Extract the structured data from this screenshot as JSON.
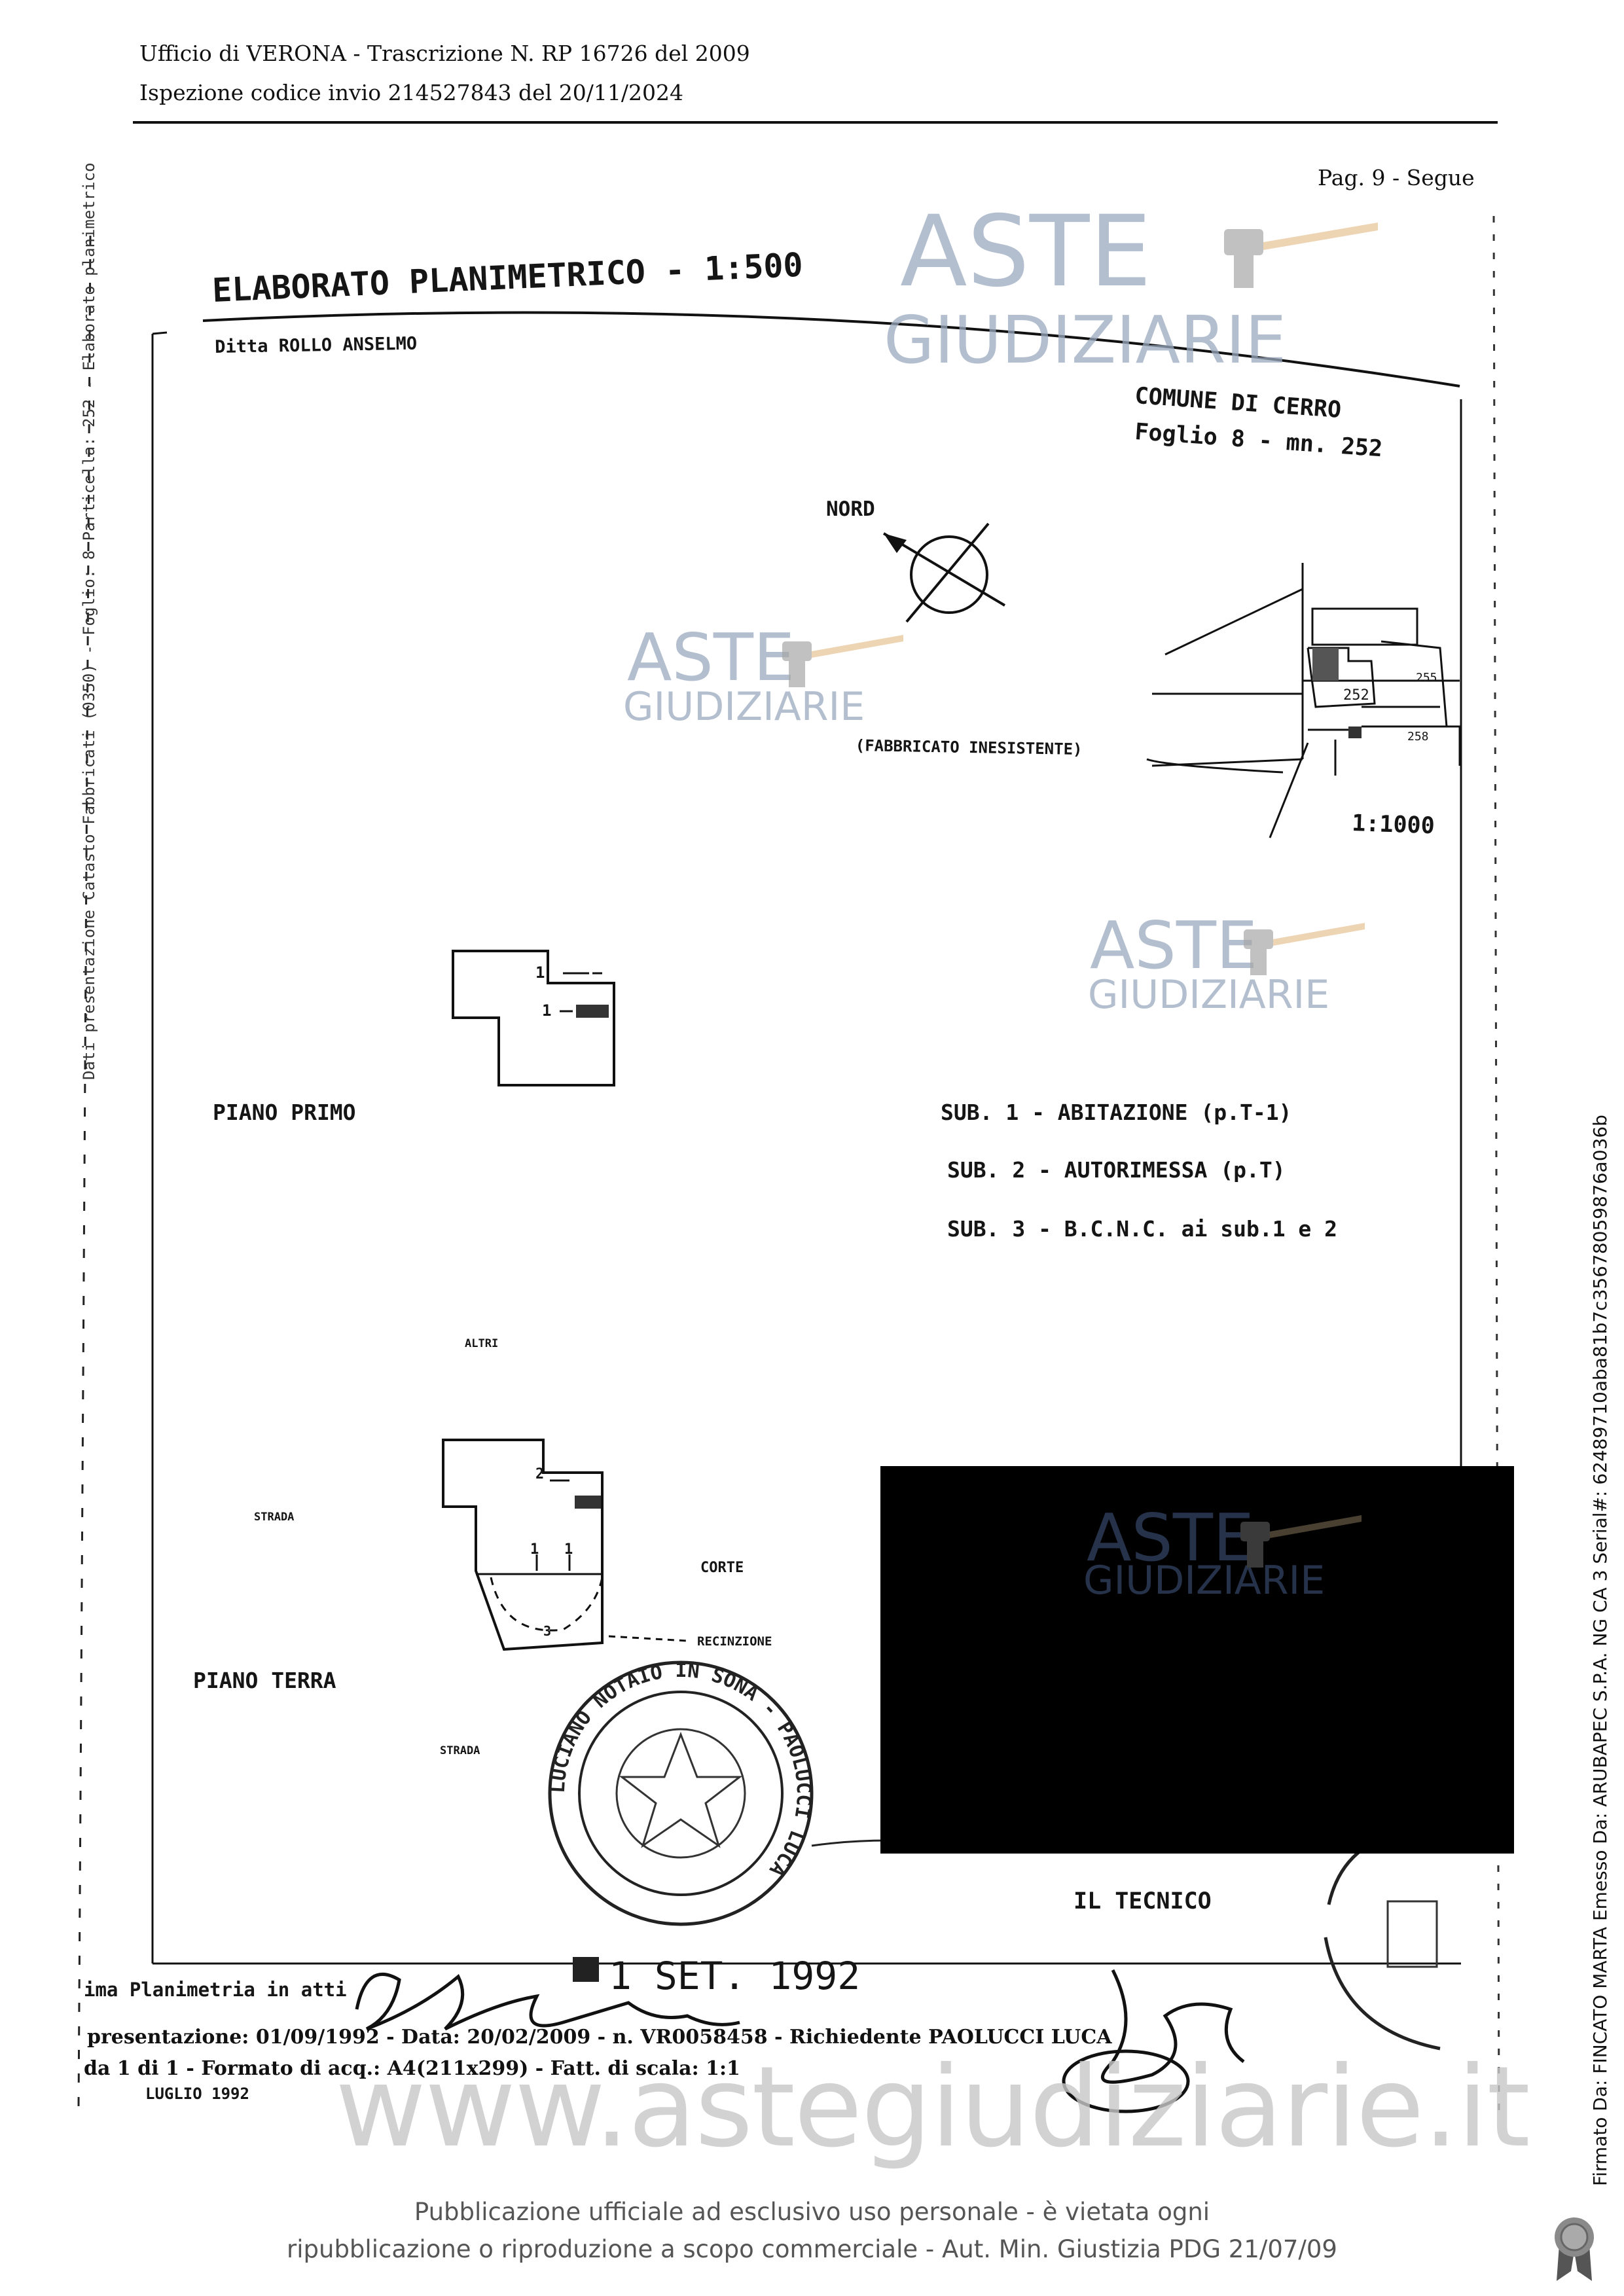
{
  "header": {
    "line1": "Ufficio di VERONA - Trascrizione N. RP 16726 del 2009",
    "line2": "Ispezione codice invio 214527843 del 20/11/2024",
    "page": "Pag. 9 - Segue"
  },
  "drawing": {
    "title": "ELABORATO PLANIMETRICO - 1:500",
    "owner": "Ditta ROLLO ANSELMO",
    "comune": "COMUNE DI CERRO",
    "foglio": "Foglio 8 - mn. 252",
    "nord": "NORD",
    "fabbricato": "(FABBRICATO INESISTENTE)",
    "scale_small": "1:1000",
    "map_labels": [
      "252",
      "255",
      "258"
    ],
    "piano_primo": "PIANO PRIMO",
    "piano_terra": "PIANO TERRA",
    "sub_list": [
      "SUB. 1 - ABITAZIONE (p.T-1)",
      "SUB. 2 - AUTORIMESSA (p.T)",
      "SUB. 3 - B.C.N.C. ai sub.1 e 2"
    ],
    "altri": "ALTRI",
    "strada": "STRADA",
    "corte": "CORTE",
    "recinzione": "RECINZIONE",
    "strada2": "STRADA",
    "il_tecnico": "IL TECNICO",
    "date_stamp": "1 SET. 1992",
    "luglio": "LUGLIO 1992"
  },
  "bottom_info": {
    "line1": "ima Planimetria in atti",
    "line2": "presentazione: 01/09/1992 - Data: 20/02/2009 - n. VR0058458 - Richiedente PAOLUCCI LUCA",
    "line3": "da 1 di 1 - Formato di acq.: A4(211x299) - Fatt. di scala: 1:1"
  },
  "side_text": "Dati presentazione Catasto Fabbricati (0350) - Foglio: 8 Particella: 252 - Elaborato planimetrico",
  "stamp_text": "LUCIANO NOTAIO IN SONA - PAOLUCCI LUCA",
  "watermark": {
    "line1": "ASTE",
    "line2": "GIUDIZIARIE",
    "url": "www.astegiudiziarie.it"
  },
  "footer": {
    "line1": "Pubblicazione ufficiale ad esclusivo uso personale - è vietata ogni",
    "line2": "ripubblicazione o riproduzione a scopo commerciale - Aut. Min. Giustizia PDG 21/07/09"
  },
  "signature": "Firmato Da: FINCATO MARTA Emesso Da: ARUBAPEC S.P.A. NG CA 3 Serial#: 62489710aba81b7c35678059876a036b",
  "colors": {
    "watermark": "#9aaabe",
    "redaction": "#000000"
  }
}
